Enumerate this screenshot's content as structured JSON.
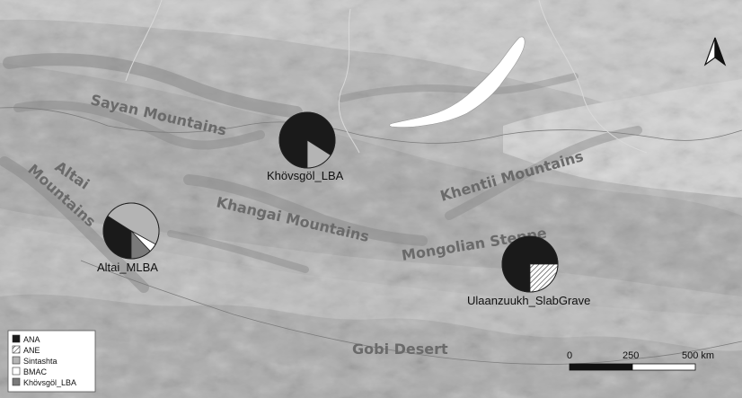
{
  "regions": {
    "sayan": "Sayan Mountains",
    "altai_line1": "Altai",
    "altai_line2": "Mountains",
    "khangai": "Khangai Mountains",
    "khentii": "Khentii Mountains",
    "mongolian_steppe": "Mongolian Steppe",
    "gobi": "Gobi Desert"
  },
  "sites": [
    {
      "name": "Khövsgöl_LBA",
      "components": [
        {
          "ancestry": "ANA",
          "fraction": 0.84
        },
        {
          "ancestry": "Sintashta",
          "fraction": 0.16
        }
      ]
    },
    {
      "name": "Altai_MLBA",
      "components": [
        {
          "ancestry": "ANA",
          "fraction": 0.34
        },
        {
          "ancestry": "Sintashta",
          "fraction": 0.49
        },
        {
          "ancestry": "BMAC",
          "fraction": 0.05
        },
        {
          "ancestry": "Khövsgöl_LBA",
          "fraction": 0.12
        }
      ]
    },
    {
      "name": "Ulaanzuukh_SlabGrave",
      "components": [
        {
          "ancestry": "ANA",
          "fraction": 0.75
        },
        {
          "ancestry": "ANE",
          "fraction": 0.25
        }
      ]
    }
  ],
  "legend": {
    "items": [
      {
        "label": "ANA",
        "fill": "#1a1a1a"
      },
      {
        "label": "ANE",
        "fill": "hatch"
      },
      {
        "label": "Sintashta",
        "fill": "#b4b4b4"
      },
      {
        "label": "BMAC",
        "fill": "#ffffff"
      },
      {
        "label": "Khövsgöl_LBA",
        "fill": "#7a7a7a"
      }
    ]
  },
  "scale_bar": {
    "labels": [
      "0",
      "250",
      "500 km"
    ],
    "unit_km": 500
  },
  "north_arrow": {
    "icon": "north-arrow-icon"
  }
}
